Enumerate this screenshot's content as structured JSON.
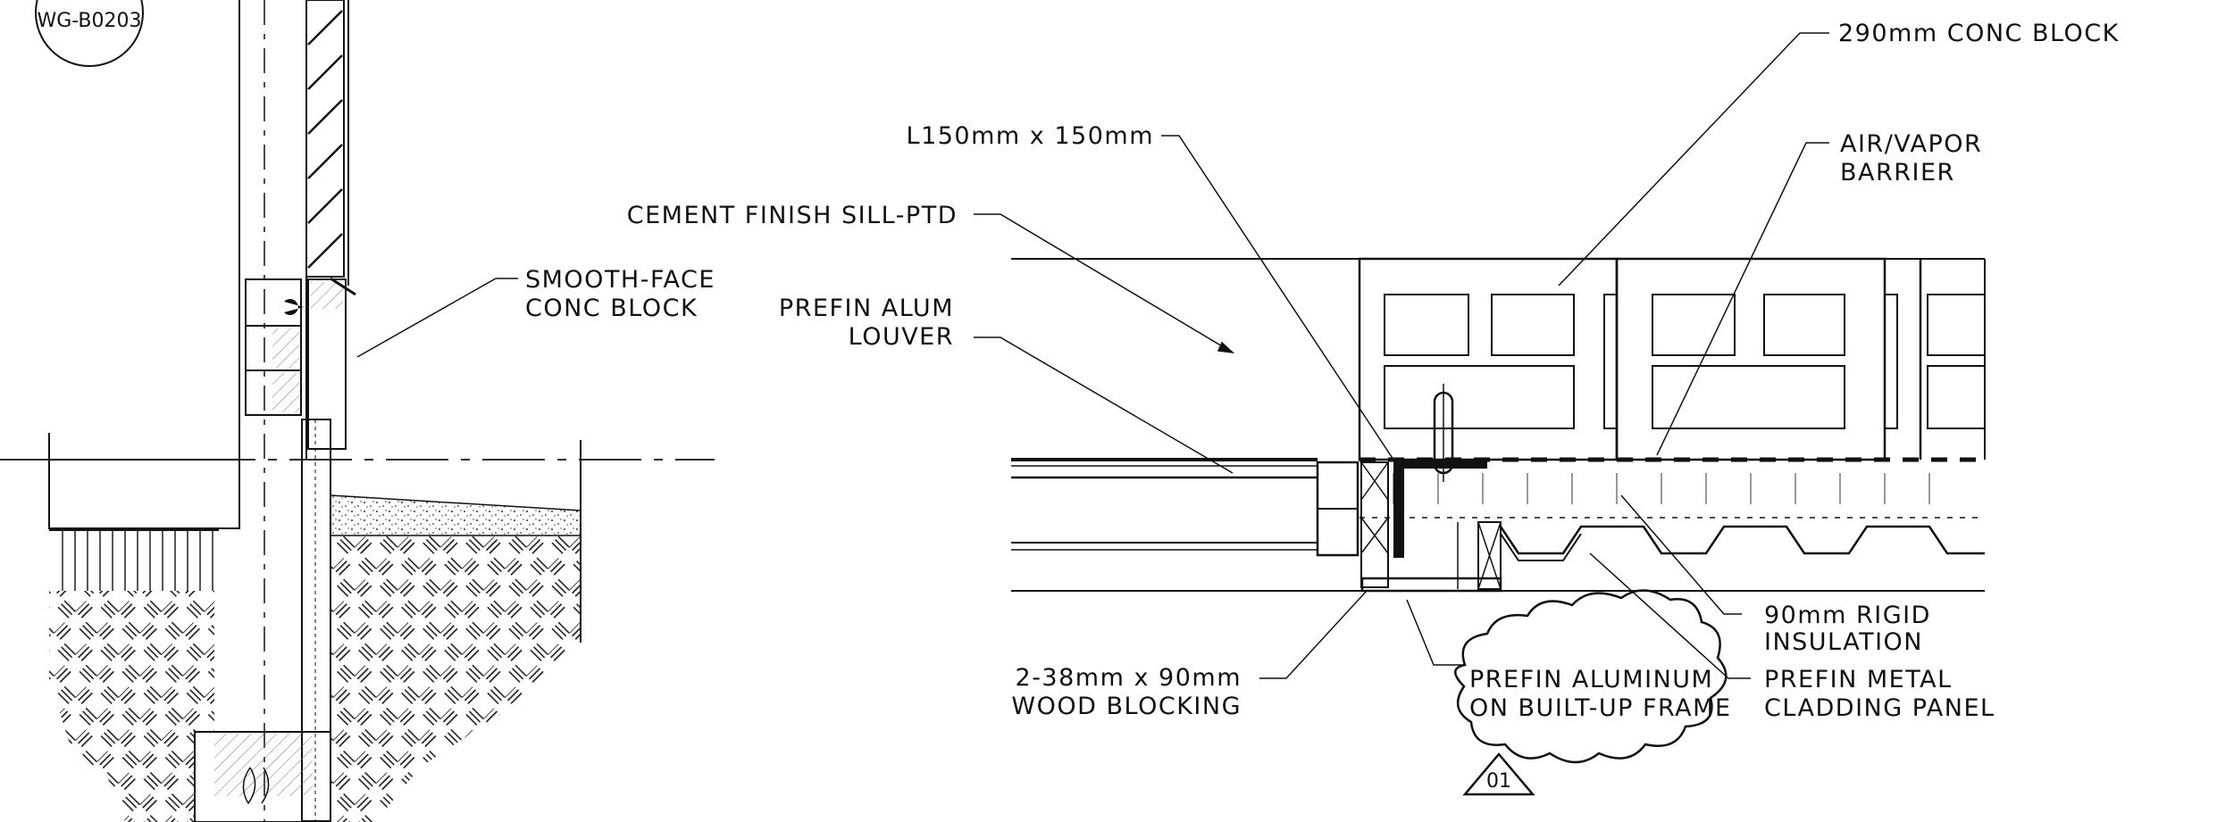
{
  "detail_tag": "WG-B0203",
  "revision_tag": "01",
  "labels": {
    "conc_block": "290mm CONC BLOCK",
    "angle": "L150mm x 150mm",
    "air_vapor_1": "AIR/VAPOR",
    "air_vapor_2": "BARRIER",
    "cement_sill": "CEMENT FINISH SILL-PTD",
    "smooth_face_1": "SMOOTH-FACE",
    "smooth_face_2": "CONC BLOCK",
    "louver_1": "PREFIN ALUM",
    "louver_2": "LOUVER",
    "rigid_1": "90mm RIGID",
    "rigid_2": "INSULATION",
    "blocking_1": "2-38mm x 90mm",
    "blocking_2": "WOOD BLOCKING",
    "prefin_alum_1": "PREFIN ALUMINUM",
    "prefin_alum_2": "ON BUILT-UP FRAME",
    "cladding_1": "PREFIN METAL",
    "cladding_2": "CLADDING PANEL"
  }
}
